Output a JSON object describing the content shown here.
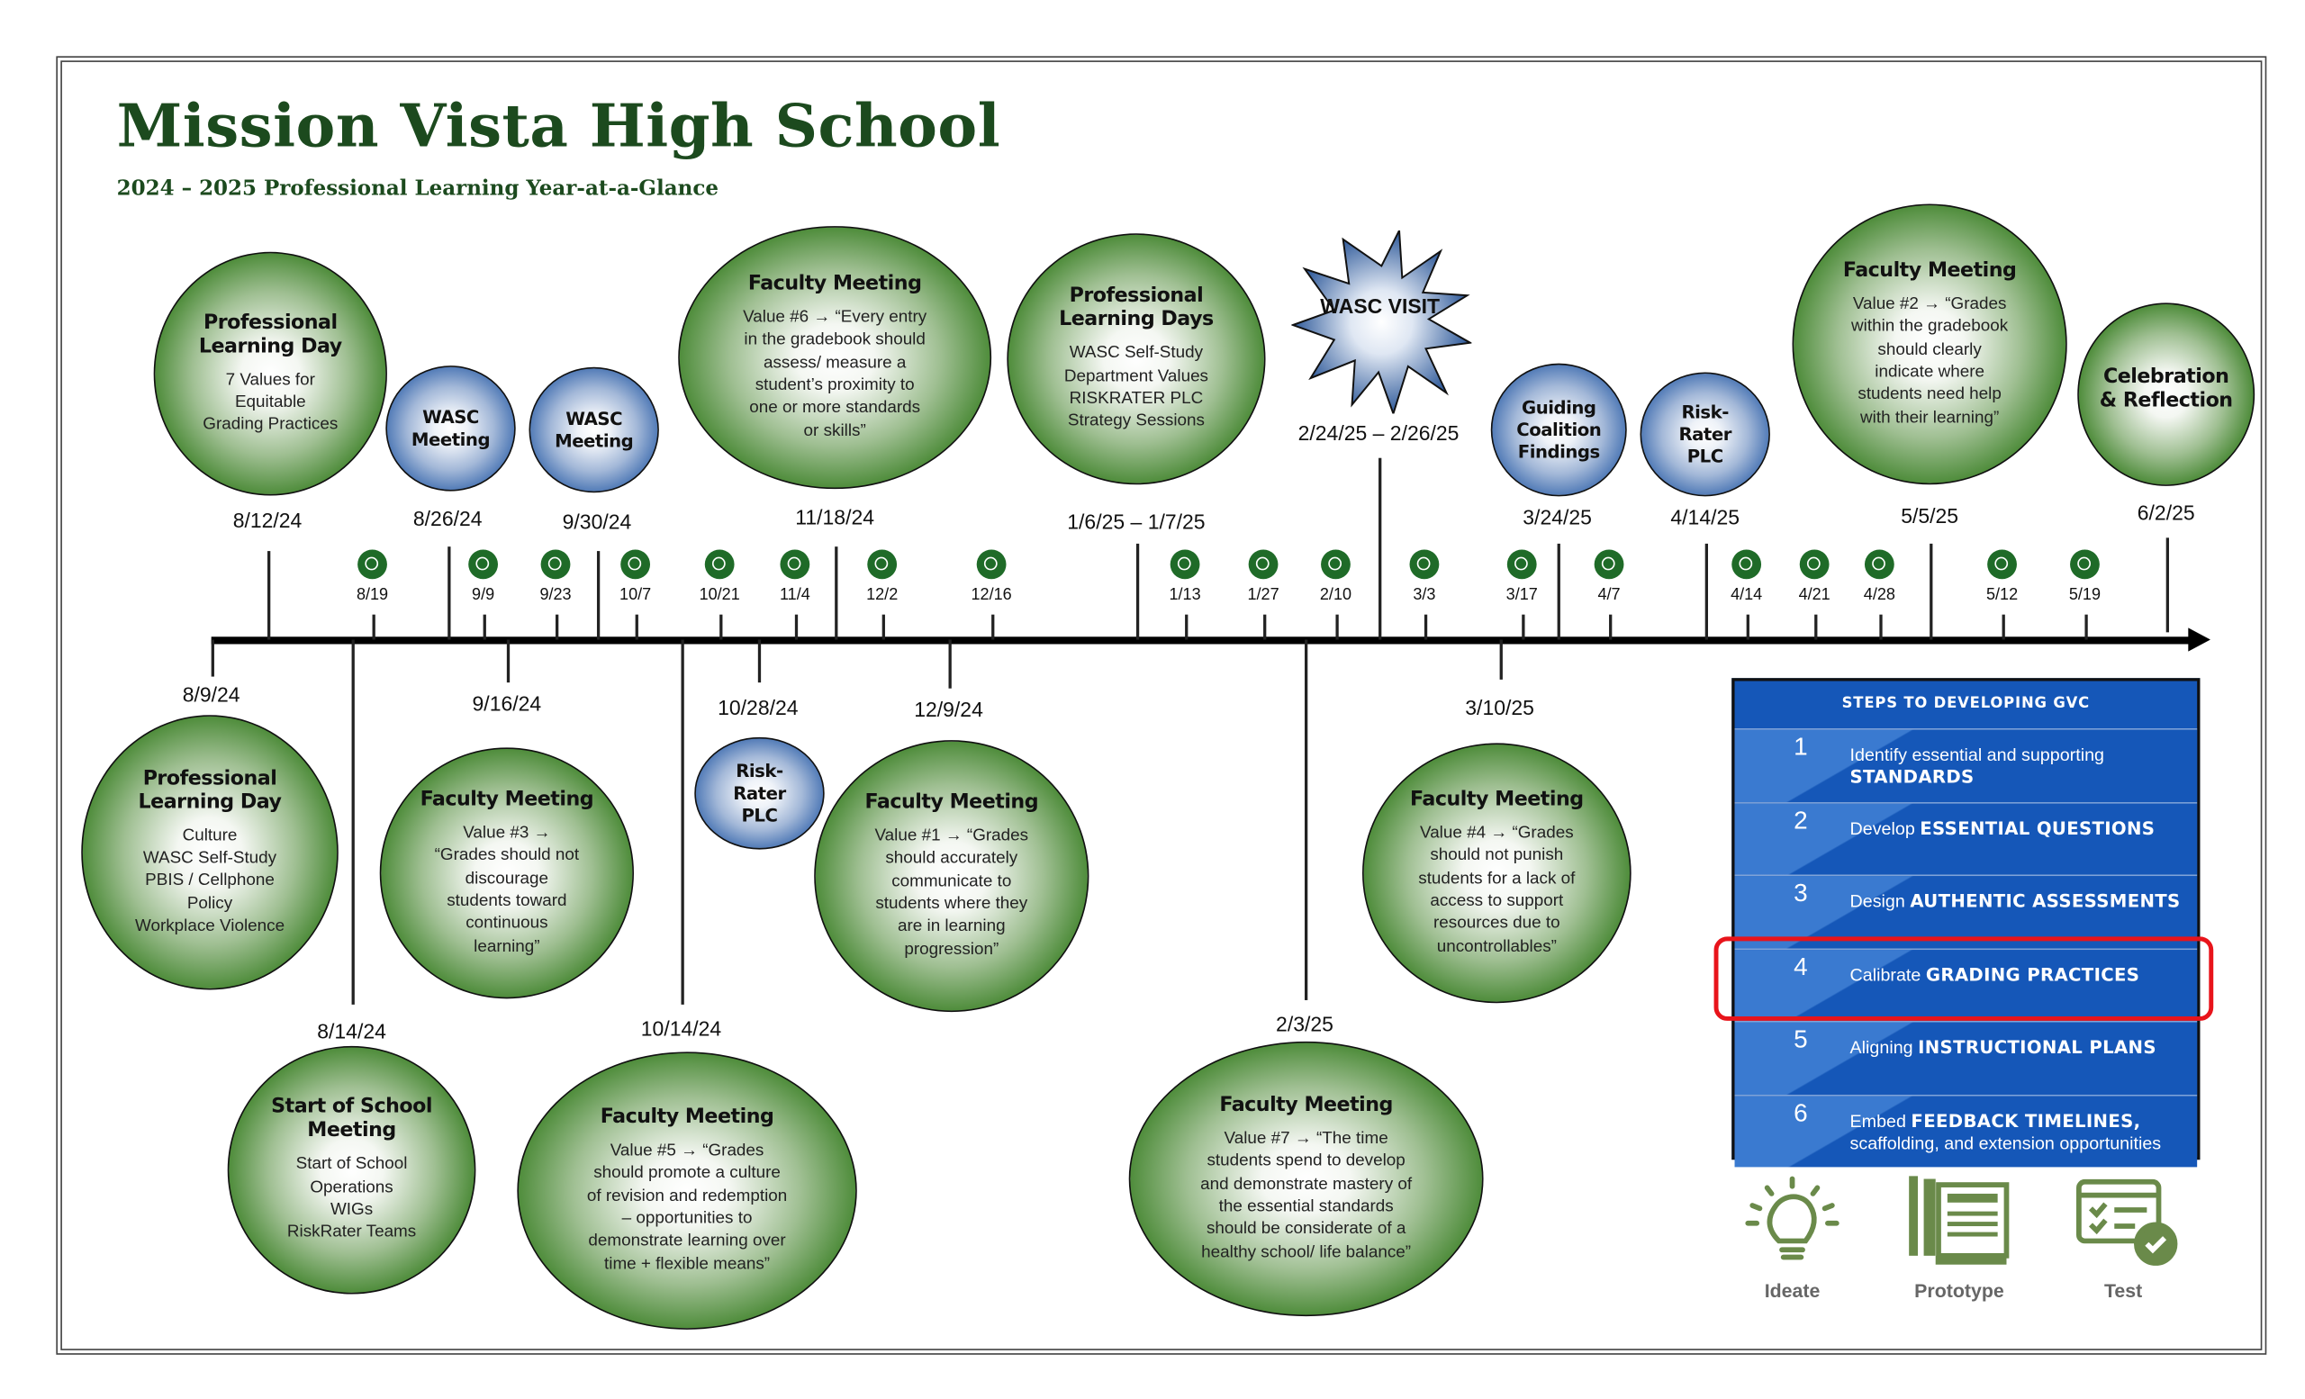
{
  "header": {
    "title": "Mission Vista High School",
    "subtitle": "2024 – 2025 Professional Learning Year-at-a-Glance"
  },
  "top_events": [
    {
      "date": "8/12/24",
      "type": "green",
      "title": "Professional Learning Day",
      "lines": [
        "7 Values for",
        "Equitable",
        "Grading Practices"
      ]
    },
    {
      "date": "8/26/24",
      "type": "blue",
      "title": "WASC Meeting",
      "lines": []
    },
    {
      "date": "9/30/24",
      "type": "blue",
      "title": "WASC Meeting",
      "lines": []
    },
    {
      "date": "11/18/24",
      "type": "green",
      "title": "Faculty Meeting",
      "lines": [
        "Value #6 → “Every entry",
        "in the gradebook should",
        "assess/ measure a",
        "student’s proximity to",
        "one or more standards",
        "or skills”"
      ]
    },
    {
      "date": "1/6/25 – 1/7/25",
      "type": "green",
      "title": "Professional Learning Days",
      "lines": [
        "WASC Self-Study",
        "Department Values",
        "RISKRATER PLC",
        "Strategy Sessions"
      ]
    },
    {
      "date": "2/24/25 – 2/26/25",
      "type": "star",
      "title": "WASC VISIT",
      "lines": []
    },
    {
      "date": "3/24/25",
      "type": "blue",
      "title": "Guiding Coalition Findings",
      "lines": []
    },
    {
      "date": "4/14/25",
      "type": "blue",
      "title": "Risk-Rater PLC",
      "lines": []
    },
    {
      "date": "5/5/25",
      "type": "green",
      "title": "Faculty Meeting",
      "lines": [
        "Value #2 → “Grades",
        "within the gradebook",
        "should clearly",
        "indicate where",
        "students need help",
        "with their learning”"
      ]
    },
    {
      "date": "6/2/25",
      "type": "green",
      "title": "Celebration & Reflection",
      "lines": []
    }
  ],
  "bottom_events": [
    {
      "date": "8/9/24",
      "type": "green",
      "title": "Professional Learning Day",
      "lines": [
        "Culture",
        "WASC Self-Study",
        "PBIS / Cellphone",
        "Policy",
        "Workplace Violence"
      ]
    },
    {
      "date": "8/14/24",
      "type": "green",
      "title": "Start of School Meeting",
      "lines": [
        "Start of School",
        "Operations",
        "WIGs",
        "RiskRater Teams"
      ]
    },
    {
      "date": "9/16/24",
      "type": "green",
      "title": "Faculty Meeting",
      "lines": [
        "Value #3 →",
        "“Grades should not",
        "discourage",
        "students toward",
        "continuous",
        "learning”"
      ]
    },
    {
      "date": "10/14/24",
      "type": "green",
      "title": "Faculty Meeting",
      "lines": [
        "Value #5 → “Grades",
        "should promote a culture",
        "of revision and redemption",
        "– opportunities to",
        "demonstrate learning over",
        "time + flexible means”"
      ]
    },
    {
      "date": "10/28/24",
      "type": "blue",
      "title": "Risk-Rater PLC",
      "lines": []
    },
    {
      "date": "12/9/24",
      "type": "green",
      "title": "Faculty Meeting",
      "lines": [
        "Value #1 → “Grades",
        "should accurately",
        "communicate to",
        "students where they",
        "are in learning",
        "progression”"
      ]
    },
    {
      "date": "2/3/25",
      "type": "green",
      "title": "Faculty Meeting",
      "lines": [
        "Value #7 → “The time",
        "students spend to develop",
        "and demonstrate mastery of",
        "the essential standards",
        "should be considerate of a",
        "healthy school/ life balance”"
      ]
    },
    {
      "date": "3/10/25",
      "type": "green",
      "title": "Faculty Meeting",
      "lines": [
        "Value #4 → “Grades",
        "should not punish",
        "students for a lack of",
        "access to support",
        "resources due to",
        "uncontrollables”"
      ]
    }
  ],
  "weekly_markers": [
    "8/19",
    "9/9",
    "9/23",
    "10/7",
    "10/21",
    "11/4",
    "12/2",
    "12/16",
    "1/13",
    "1/27",
    "2/10",
    "3/3",
    "3/17",
    "4/7",
    "4/14",
    "4/21",
    "4/28",
    "5/12",
    "5/19"
  ],
  "gvc": {
    "heading": "STEPS TO DEVELOPING GVC",
    "highlighted_step": 4,
    "steps": [
      {
        "num": "1",
        "pre": "Identify essential and supporting",
        "bold": "STANDARDS",
        "post": ""
      },
      {
        "num": "2",
        "pre": "Develop",
        "bold": "ESSENTIAL QUESTIONS",
        "post": ""
      },
      {
        "num": "3",
        "pre": "Design",
        "bold": "AUTHENTIC ASSESSMENTS",
        "post": ""
      },
      {
        "num": "4",
        "pre": "Calibrate",
        "bold": "GRADING PRACTICES",
        "post": ""
      },
      {
        "num": "5",
        "pre": "Aligning",
        "bold": "INSTRUCTIONAL PLANS",
        "post": ""
      },
      {
        "num": "6",
        "pre": "Embed",
        "bold": "FEEDBACK TIMELINES,",
        "post": "scaffolding, and extension opportunities"
      }
    ]
  },
  "design_icons": [
    {
      "icon": "lightbulb-icon",
      "label": "Ideate"
    },
    {
      "icon": "blueprint-icon",
      "label": "Prototype"
    },
    {
      "icon": "checklist-icon",
      "label": "Test"
    }
  ],
  "colors": {
    "title_green": "#1c4a1e",
    "marker_green": "#1f6b28",
    "gvc_blue": "#1557b8",
    "highlight_red": "#e8141b",
    "icon_green": "#6a8a4a"
  }
}
